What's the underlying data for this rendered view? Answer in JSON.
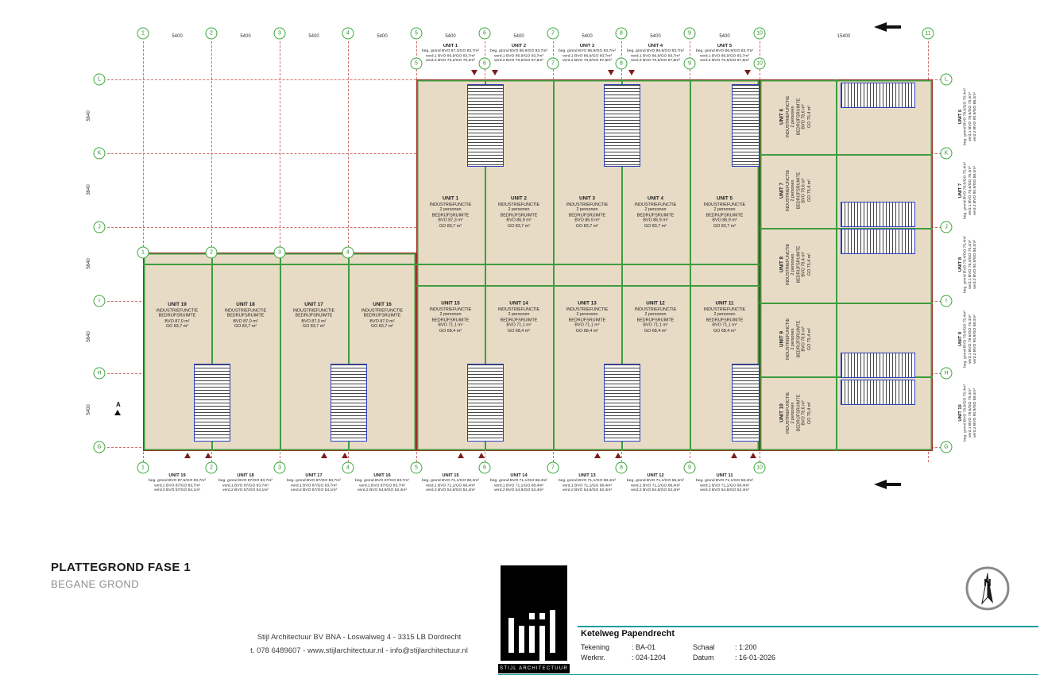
{
  "sheet": {
    "title": "PLATTEGROND FASE 1",
    "subtitle": "BEGANE GROND"
  },
  "company": {
    "line1": "Stijl Architectuur BV BNA   -   Loswalweg 4   -   3315 LB Dordrecht",
    "line2": "t. 078 6489607   -   www.stijlarchitectuur.nl   -   info@stijlarchitectuur.nl",
    "logo_label": "STIJL ARCHITECTUUR"
  },
  "project": {
    "name": "Ketelweg Papendrecht",
    "fields": [
      {
        "label": "Tekening",
        "value": ":  BA-01"
      },
      {
        "label": "Werknr.",
        "value": ":  024-1204"
      },
      {
        "label": "Schaal",
        "value": ":  1:200"
      },
      {
        "label": "Datum",
        "value": ":  16-01-2026"
      }
    ]
  },
  "north": {
    "label": "N"
  },
  "grid": {
    "columns": [
      "1",
      "2",
      "3",
      "4",
      "5",
      "6",
      "7",
      "8",
      "9",
      "10",
      "11"
    ],
    "column_dims": [
      "5400",
      "5400",
      "5400",
      "5400",
      "5400",
      "5400",
      "5400",
      "5400",
      "5400",
      "15400"
    ],
    "rows": [
      "L",
      "K",
      "J",
      "I",
      "H",
      "G"
    ],
    "row_dims": [
      "5640",
      "3640",
      "5640",
      "5640",
      "5400"
    ],
    "section_marker": "A"
  },
  "colors": {
    "building_fill": "#e8dbc6",
    "wall_red": "#993127",
    "wall_green": "#3f9c3f",
    "grid_red": "#d07070",
    "bubble_green": "#3aa53a",
    "stair_blue": "#2b3fbf",
    "teal": "#0b9e9e",
    "marker_red": "#7d1d1d"
  },
  "units": {
    "top_exterior": [
      {
        "name": "UNIT 1",
        "lines": [
          "beg. grond BVO 87,3/GO 83,7m²",
          "verd.1 BVO 86,9/GO 83,7m²",
          "verd.2 BVO 73,2/GO 70,2m²"
        ]
      },
      {
        "name": "UNIT 2",
        "lines": [
          "beg. grond BVO 86,9/GO 83,7m²",
          "verd.1 BVO 86,9/GO 83,7m²",
          "verd.2 BVO 70,5/GO 67,8m²"
        ]
      },
      {
        "name": "UNIT 3",
        "lines": [
          "beg. grond BVO 86,9/GO 83,7m²",
          "verd.1 BVO 86,9/GO 83,7m²",
          "verd.2 BVO 70,5/GO 67,8m²"
        ]
      },
      {
        "name": "UNIT 4",
        "lines": [
          "beg. grond BVO 86,9/GO 83,7m²",
          "verd.1 BVO 86,9/GO 83,7m²",
          "verd.2 BVO 70,5/GO 67,8m²"
        ]
      },
      {
        "name": "UNIT 5",
        "lines": [
          "beg. grond BVO 86,9/GO 83,7m²",
          "verd.1 BVO 86,9/GO 83,7m²",
          "verd.2 BVO 70,5/GO 67,8m²"
        ]
      }
    ],
    "interior_top": [
      {
        "name": "UNIT 1",
        "lines": [
          "INDUSTRIEFUNCTIE",
          "2 personen",
          "BEDRIJFSRUIMTE",
          "BVO 87,3 m²",
          "GO 83,7 m²"
        ]
      },
      {
        "name": "UNIT 2",
        "lines": [
          "INDUSTRIEFUNCTIE",
          "2 personen",
          "BEDRIJFSRUIMTE",
          "BVO 86,9 m²",
          "GO 83,7 m²"
        ]
      },
      {
        "name": "UNIT 3",
        "lines": [
          "INDUSTRIEFUNCTIE",
          "2 personen",
          "BEDRIJFSRUIMTE",
          "BVO 86,9 m²",
          "GO 83,7 m²"
        ]
      },
      {
        "name": "UNIT 4",
        "lines": [
          "INDUSTRIEFUNCTIE",
          "2 personen",
          "BEDRIJFSRUIMTE",
          "BVO 86,9 m²",
          "GO 83,7 m²"
        ]
      },
      {
        "name": "UNIT 5",
        "lines": [
          "INDUSTRIEFUNCTIE",
          "2 personen",
          "BEDRIJFSRUIMTE",
          "BVO 86,9 m²",
          "GO 83,7 m²"
        ]
      }
    ],
    "interior_mid": [
      {
        "name": "UNIT 15",
        "lines": [
          "INDUSTRIEFUNCTIE",
          "2 personen",
          "BEDRIJFSRUIMTE",
          "BVO 71,1 m²",
          "GO 68,4 m²"
        ]
      },
      {
        "name": "UNIT 14",
        "lines": [
          "INDUSTRIEFUNCTIE",
          "2 personen",
          "BEDRIJFSRUIMTE",
          "BVO 71,1 m²",
          "GO 68,4 m²"
        ]
      },
      {
        "name": "UNIT 13",
        "lines": [
          "INDUSTRIEFUNCTIE",
          "2 personen",
          "BEDRIJFSRUIMTE",
          "BVO 71,1 m²",
          "GO 68,4 m²"
        ]
      },
      {
        "name": "UNIT 12",
        "lines": [
          "INDUSTRIEFUNCTIE",
          "2 personen",
          "BEDRIJFSRUIMTE",
          "BVO 71,1 m²",
          "GO 68,4 m²"
        ]
      },
      {
        "name": "UNIT 11",
        "lines": [
          "INDUSTRIEFUNCTIE",
          "2 personen",
          "BEDRIJFSRUIMTE",
          "BVO 71,1 m²",
          "GO 68,4 m²"
        ]
      }
    ],
    "interior_left": [
      {
        "name": "UNIT 19",
        "lines": [
          "INDUSTRIEFUNCTIE",
          "BEDRIJFSRUIMTE",
          "BVO 87,0 m²",
          "GO 83,7 m²"
        ]
      },
      {
        "name": "UNIT 18",
        "lines": [
          "INDUSTRIEFUNCTIE",
          "BEDRIJFSRUIMTE",
          "BVO 87,0 m²",
          "GO 83,7 m²"
        ]
      },
      {
        "name": "UNIT 17",
        "lines": [
          "INDUSTRIEFUNCTIE",
          "BEDRIJFSRUIMTE",
          "BVO 87,0 m²",
          "GO 83,7 m²"
        ]
      },
      {
        "name": "UNIT 16",
        "lines": [
          "INDUSTRIEFUNCTIE",
          "BEDRIJFSRUIMTE",
          "BVO 87,0 m²",
          "GO 83,7 m²"
        ]
      }
    ],
    "interior_right": [
      {
        "name": "UNIT 6",
        "lines": [
          "INDUSTRIEFUNCTIE",
          "2 personen",
          "BEDRIJFSRUIMTE",
          "BVO 78,6 m²",
          "GO 75,4 m²"
        ]
      },
      {
        "name": "UNIT 7",
        "lines": [
          "INDUSTRIEFUNCTIE",
          "2 personen",
          "BEDRIJFSRUIMTE",
          "BVO 78,6 m²",
          "GO 75,4 m²"
        ]
      },
      {
        "name": "UNIT 8",
        "lines": [
          "INDUSTRIEFUNCTIE",
          "2 personen",
          "BEDRIJFSRUIMTE",
          "BVO 78,4 m²",
          "GO 75,4 m²"
        ]
      },
      {
        "name": "UNIT 9",
        "lines": [
          "INDUSTRIEFUNCTIE",
          "2 personen",
          "BEDRIJFSRUIMTE",
          "BVO 78,6 m²",
          "GO 75,4 m²"
        ]
      },
      {
        "name": "UNIT 10",
        "lines": [
          "INDUSTRIEFUNCTIE",
          "2 personen",
          "BEDRIJFSRUIMTE",
          "BVO 78,6 m²",
          "GO 75,4 m²"
        ]
      }
    ],
    "bottom_exterior": [
      {
        "name": "UNIT 19",
        "lines": [
          "beg. grond BVO 87,5/GO 83,7m²",
          "verd.1 BVO 87/GO 83,7m²",
          "verd.2 BVO 57/GO 54,1m²"
        ]
      },
      {
        "name": "UNIT 18",
        "lines": [
          "beg. grond BVO 87/GO 83,7m²",
          "verd.1 BVO 87/GO 83,7m²",
          "verd.2 BVO 57/GO 54,1m²"
        ]
      },
      {
        "name": "UNIT 17",
        "lines": [
          "beg. grond BVO 87/GO 83,7m²",
          "verd.1 BVO 87/GO 83,7m²",
          "verd.2 BVO 57/GO 54,1m²"
        ]
      },
      {
        "name": "UNIT 16",
        "lines": [
          "beg. grond BVO 87/GO 83,7m²",
          "verd.1 BVO 87/GO 83,7m²",
          "verd.2 BVO 54,9/GO 52,4m²"
        ]
      },
      {
        "name": "UNIT 15",
        "lines": [
          "beg. grond BVO 71,1/GO 68,4m²",
          "verd.1 BVO 71,1/GO 68,4m²",
          "verd.2 BVO 54,8/GO 52,4m²"
        ]
      },
      {
        "name": "UNIT 14",
        "lines": [
          "beg. grond BVO 71,1/GO 68,4m²",
          "verd.1 BVO 71,1/GO 68,4m²",
          "verd.2 BVO 54,8/GO 52,4m²"
        ]
      },
      {
        "name": "UNIT 13",
        "lines": [
          "beg. grond BVO 71,1/GO 68,4m²",
          "verd.1 BVO 71,1/GO 68,4m²",
          "verd.2 BVO 54,8/GO 52,4m²"
        ]
      },
      {
        "name": "UNIT 12",
        "lines": [
          "beg. grond BVO 71,1/GO 68,4m²",
          "verd.1 BVO 71,1/GO 68,4m²",
          "verd.2 BVO 54,8/GO 52,4m²"
        ]
      },
      {
        "name": "UNIT 11",
        "lines": [
          "beg. grond BVO 71,1/GO 68,4m²",
          "verd.1 BVO 71,1/GO 68,4m²",
          "verd.2 BVO 54,8/GO 52,4m²"
        ]
      }
    ],
    "right_exterior": [
      {
        "name": "UNIT 6",
        "lines": [
          "beg. grond BVO 78,6/GO 75,4m²",
          "verd.1 BVO 78,6/GO 75,4m²",
          "verd.2 BVO 90,9/GO 88,0m²"
        ]
      },
      {
        "name": "UNIT 7",
        "lines": [
          "beg. grond BVO 78,6/GO 75,4m²",
          "verd.1 BVO 78,6/GO 75,4m²",
          "verd.2 BVO 90,9/GO 88,0m²"
        ]
      },
      {
        "name": "UNIT 8",
        "lines": [
          "beg. grond BVO 78,4/GO 75,4m²",
          "verd.1 BVO 78,4/GO 75,4m²",
          "verd.2 BVO 90,9/GO 88,0m²"
        ]
      },
      {
        "name": "UNIT 9",
        "lines": [
          "beg. grond BVO 78,6/GO 75,4m²",
          "verd.1 BVO 78,6/GO 75,4m²",
          "verd.2 BVO 90,9/GO 88,0m²"
        ]
      },
      {
        "name": "UNIT 10",
        "lines": [
          "beg. grond BVO 78,6/GO 75,4m²",
          "verd.1 BVO 78,6/GO 75,4m²",
          "verd.2 BVO 90,9/GO 88,0m²"
        ]
      }
    ]
  }
}
